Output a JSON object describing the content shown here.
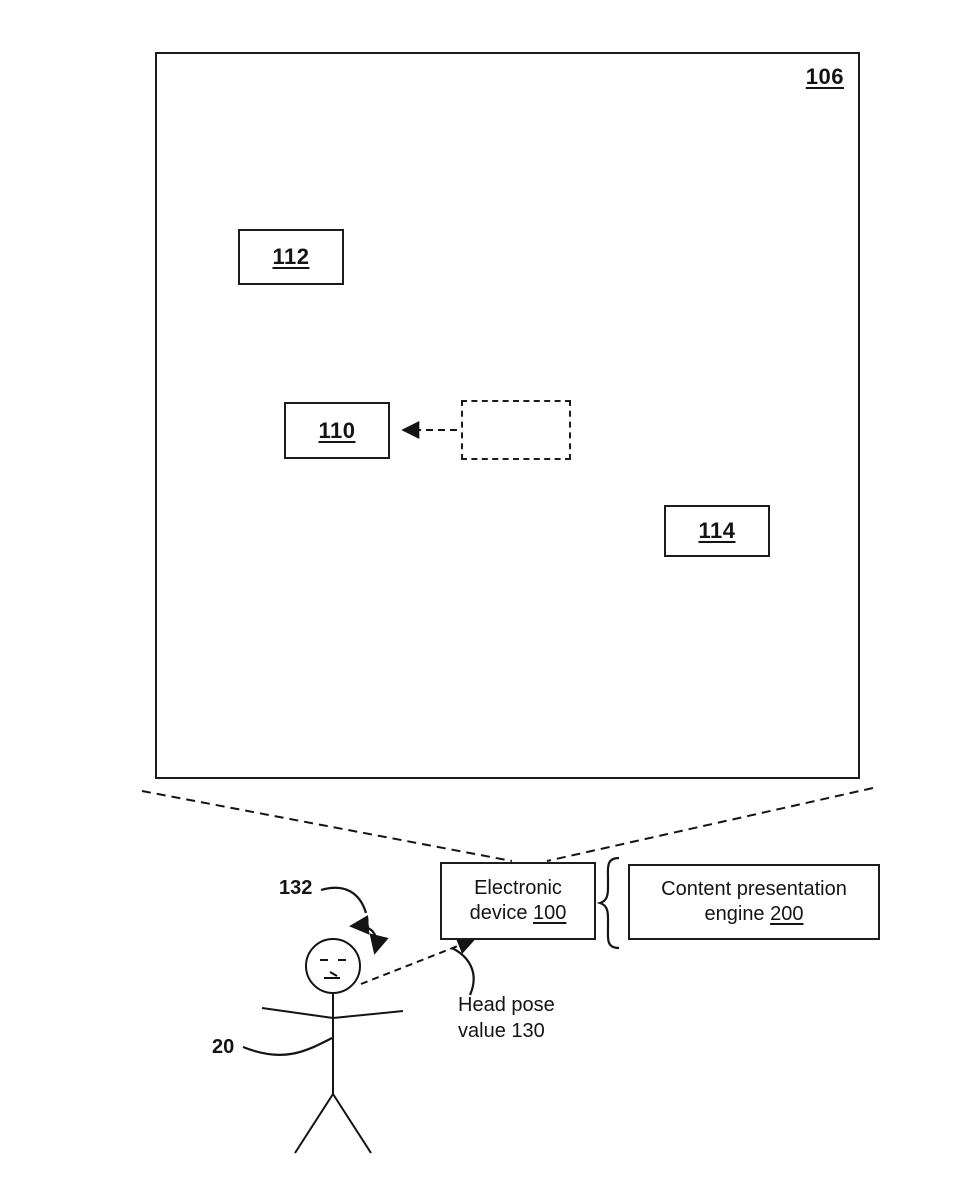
{
  "figure": {
    "outer_ref": "106",
    "boxes": {
      "b112": "112",
      "b110": "110",
      "b114": "114"
    },
    "device_box": {
      "line1": "Electronic",
      "line2_text": "device",
      "line2_ref": "100"
    },
    "engine_box": {
      "line1": "Content presentation",
      "line2_text": "engine",
      "line2_ref": "200"
    },
    "labels": {
      "head_rotation_ref": "132",
      "person_ref": "20",
      "head_pose_line1": "Head pose",
      "head_pose_line2": "value 130"
    }
  }
}
